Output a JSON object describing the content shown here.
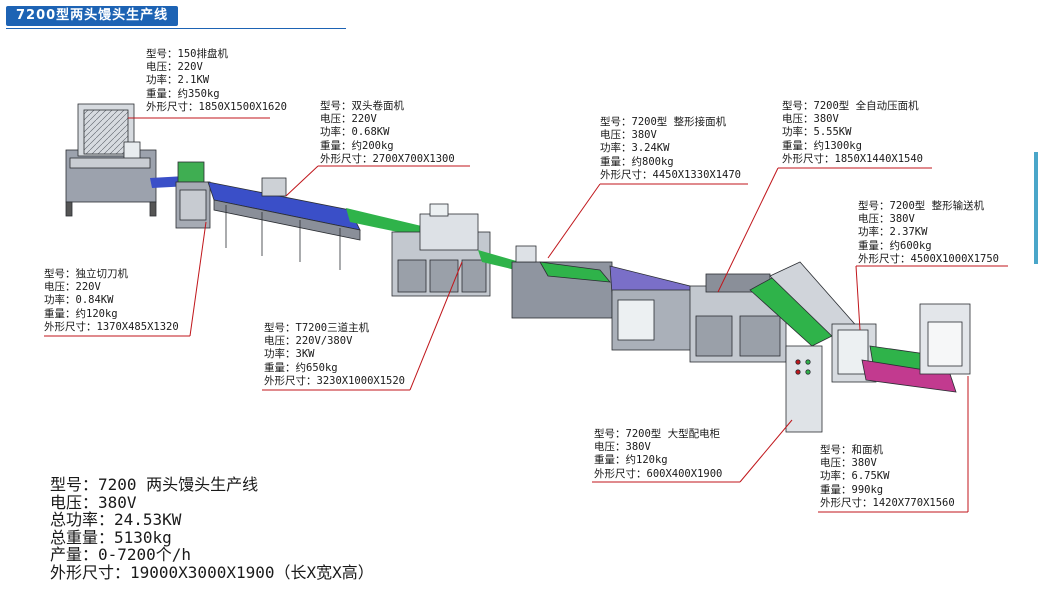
{
  "header": {
    "title": "7200型两头馒头生产线"
  },
  "machines": [
    {
      "id": "tray",
      "lines": [
        "型号：150排盘机",
        "电压：220V",
        "功率：2.1KW",
        "重量：约350kg",
        "外形尺寸：1850X1500X1620"
      ]
    },
    {
      "id": "roller",
      "lines": [
        "型号：双头卷面机",
        "电压：220V",
        "功率：0.68KW",
        "重量：约200kg",
        "外形尺寸：2700X700X1300"
      ]
    },
    {
      "id": "cutter",
      "lines": [
        "型号：独立切刀机",
        "电压：220V",
        "功率：0.84KW",
        "重量：约120kg",
        "外形尺寸：1370X485X1320"
      ]
    },
    {
      "id": "main",
      "lines": [
        "型号：T7200三道主机",
        "电压：220V/380V",
        "功率：3KW",
        "重量：约650kg",
        "外形尺寸：3230X1000X1520"
      ]
    },
    {
      "id": "shaper",
      "lines": [
        "型号：7200型 整形接面机",
        "电压：380V",
        "功率：3.24KW",
        "重量：约800kg",
        "外形尺寸：4450X1330X1470"
      ]
    },
    {
      "id": "press",
      "lines": [
        "型号：7200型 全自动压面机",
        "电压：380V",
        "功率：5.55KW",
        "重量：约1300kg",
        "外形尺寸：1850X1440X1540"
      ]
    },
    {
      "id": "conveyor",
      "lines": [
        "型号：7200型 整形输送机",
        "电压：380V",
        "功率：2.37KW",
        "重量：约600kg",
        "外形尺寸：4500X1000X1750"
      ]
    },
    {
      "id": "cabinet",
      "lines": [
        "型号：7200型 大型配电柜",
        "电压：380V",
        "重量：约120kg",
        "外形尺寸：600X400X1900"
      ]
    },
    {
      "id": "mixer",
      "lines": [
        "型号：和面机",
        "电压：380V",
        "功率：6.75KW",
        "重量：990kg",
        "外形尺寸：1420X770X1560"
      ]
    }
  ],
  "summary": [
    "型号：7200 两头馒头生产线",
    "电压：380V",
    "总功率：24.53KW",
    "总重量：5130kg",
    "产量：0-7200个/h",
    "外形尺寸：19000X3000X1900（长X宽X高）"
  ],
  "colors": {
    "badge": "#1d63b4",
    "leader": "#c0161b",
    "belt_blue": "#3a4fc8",
    "belt_green": "#2fb34a",
    "belt_purple": "#7a2fa0",
    "frame_gray": "#8a8f99"
  }
}
